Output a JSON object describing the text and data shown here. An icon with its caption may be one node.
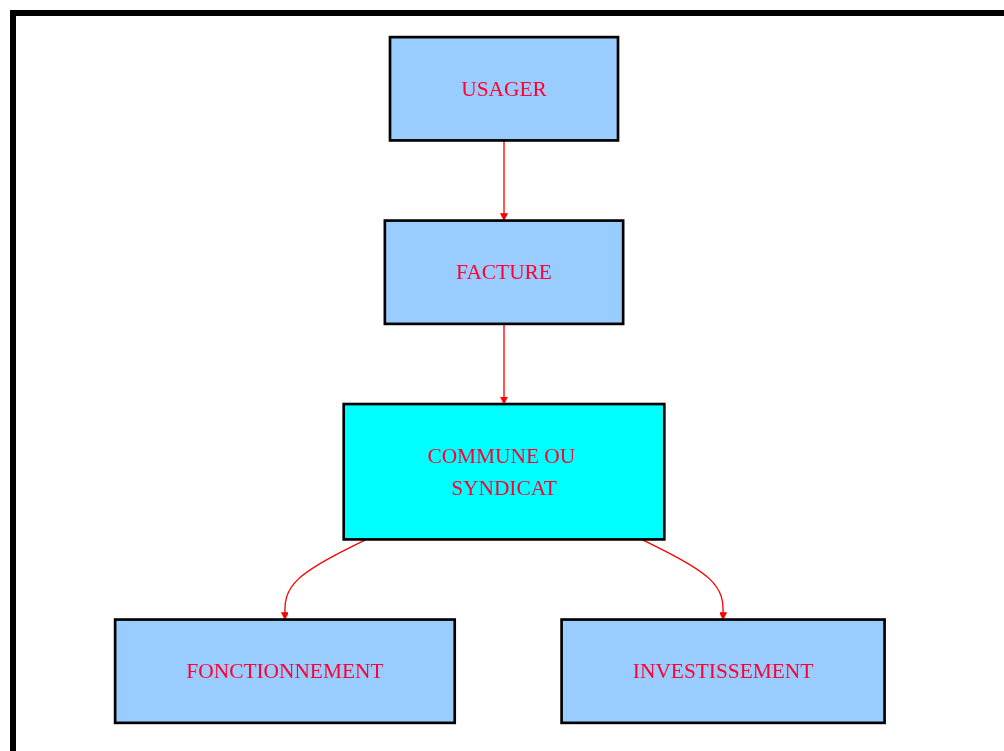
{
  "diagram": {
    "nodes": [
      {
        "text": [
          "COMMUNE OU SYNDICAT"
        ]
      },
      {
        "text": [
          "FONCTIONNEMENT"
        ]
      },
      {
        "text": [
          "INVESTISSEMENT"
        ]
      },
      {
        "text": [
          "FACTURE"
        ]
      },
      {
        "text": [
          "USAGER"
        ]
      }
    ],
    "edges": [
      {
        "from": 0,
        "to": 1,
        "arrow": "to"
      },
      {
        "from": 0,
        "to": 2,
        "arrow": "to"
      },
      {
        "from": 3,
        "to": 0,
        "arrow": "to"
      },
      {
        "from": 4,
        "to": 3,
        "arrow": "to"
      }
    ]
  }
}
